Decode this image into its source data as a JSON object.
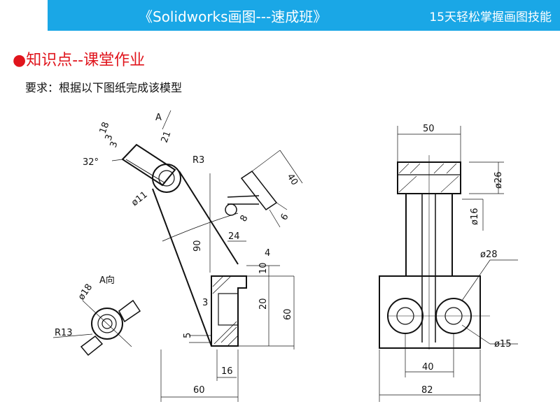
{
  "banner": {
    "title": "《Solidworks画图---速成班》",
    "subtitle": "15天轻松掌握画图技能"
  },
  "heading": {
    "bullet": "●",
    "text": "知识点--课堂作业"
  },
  "requirement": "要求：根据以下图纸完成该模型",
  "drawing": {
    "view_label": "A",
    "view_dir_label": "A向",
    "dims_left": [
      "18",
      "3",
      "3",
      "21",
      "32°",
      "R3",
      "ø11",
      "90",
      "24",
      "4",
      "10",
      "3",
      "20",
      "60",
      "5",
      "16",
      "60",
      "40",
      "8",
      "6"
    ],
    "dims_front": [
      "50",
      "ø26",
      "ø16",
      "ø28",
      "ø15",
      "40",
      "82"
    ],
    "dims_a": [
      "ø18",
      "R13"
    ]
  },
  "colors": {
    "banner": "#1aa7e6",
    "heading": "#e0141c"
  }
}
